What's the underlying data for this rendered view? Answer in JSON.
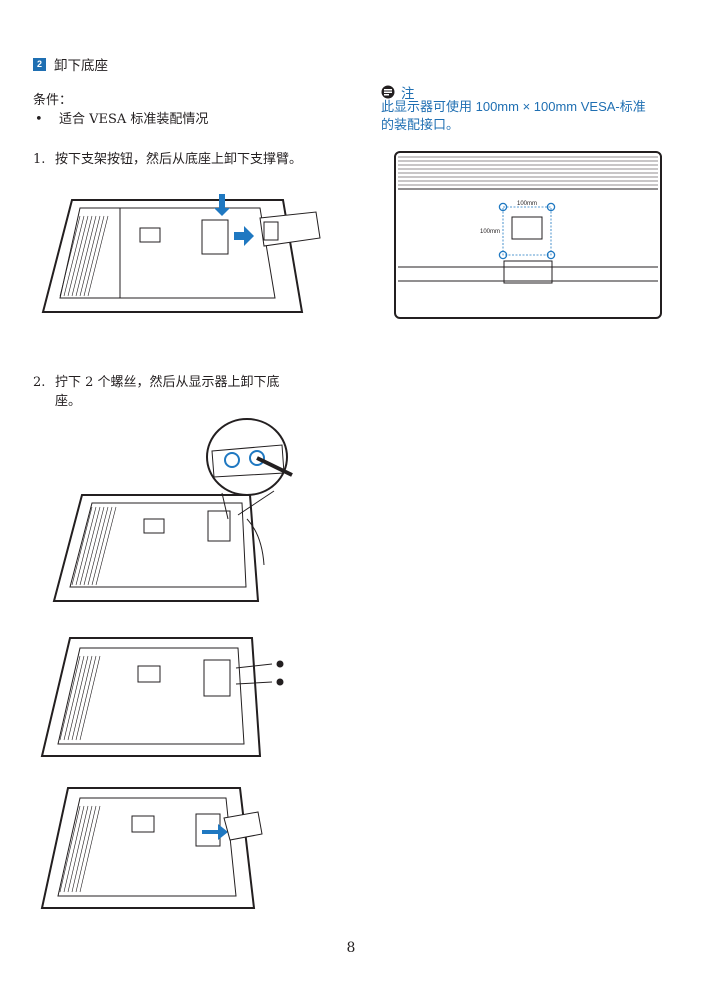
{
  "heading": {
    "number": "2",
    "title": "卸下底座"
  },
  "conditions": {
    "label": "条件：",
    "bullet": "•",
    "items": [
      "适合 VESA 标准装配情况"
    ]
  },
  "steps": [
    {
      "number": "1.",
      "text": "按下支架按钮，然后从底座上卸下支撑臂。"
    },
    {
      "number": "2.",
      "text_line1": "拧下 2 个螺丝，然后从显示器上卸下底",
      "text_line2": "座。"
    }
  ],
  "note": {
    "icon": "note-icon",
    "title": "注",
    "text_line1": "此显示器可使用 100mm × 100mm VESA-标准",
    "text_line2": "的装配接口。"
  },
  "figure_labels": {
    "vesa_h": "100mm",
    "vesa_v": "100mm"
  },
  "page_number": "8",
  "colors": {
    "accent": "#1f6fb2",
    "arrow": "#1f78c1",
    "text": "#231f20"
  }
}
